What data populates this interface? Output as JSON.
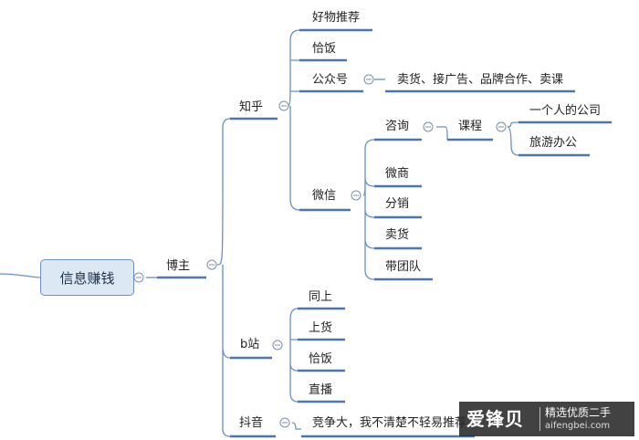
{
  "root": {
    "label": "信息赚钱"
  },
  "branches": {
    "bozhu": "博主",
    "zhihu": "知乎",
    "haowu": "好物推荐",
    "qiafan_zhihu": "恰饭",
    "gongzhonghao": "公众号",
    "gongzhonghao_detail": "卖货、接广告、品牌合作、卖课",
    "weixin": "微信",
    "zixun": "咨询",
    "kecheng": "课程",
    "yigeren": "一个人的公司",
    "lvyou": "旅游办公",
    "weishang": "微商",
    "fenxiao": "分销",
    "maihuo_weixin": "卖货",
    "daituandui": "带团队",
    "bzhan": "b站",
    "tongshang": "同上",
    "shanghuo": "上货",
    "qiafan_b": "恰饭",
    "zhibo": "直播",
    "douyin": "抖音",
    "douyin_detail": "竞争大，我不清楚不轻易推荐"
  },
  "watermark": {
    "main": "爱锋贝",
    "sub": "精选优质二手",
    "url": "aifengbei.com"
  },
  "colors": {
    "line": "#6b8fc8",
    "underline": "#4a76b8",
    "root_fill": "#dde8f5",
    "root_border": "#6d8fc0"
  }
}
